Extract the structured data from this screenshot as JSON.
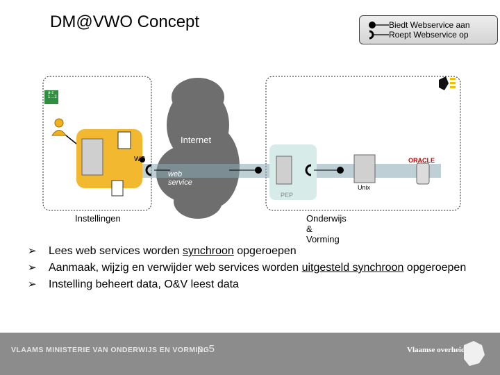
{
  "title": "DM@VWO Concept",
  "legend": {
    "provides": "Biedt Webservice aan",
    "consumes": "Roept Webservice op"
  },
  "diagram": {
    "cloud_label": "Internet",
    "ws_label": "WS",
    "webservice_label": "web service",
    "pep_label": "PEP",
    "unix_label": "Unix",
    "oracle_label": "ORACLE",
    "left_zone_label": "Instellingen",
    "right_zone_label": "Onderwijs & Vorming",
    "left_zone_badge": "a-z\n1→2",
    "colors": {
      "left_panel": "#f2b830",
      "cloud": "#6e6e6e",
      "pep": "#d7ece8"
    }
  },
  "bullets": [
    {
      "before": "Lees web services worden ",
      "underlined": "synchroon",
      "after": " opgeroepen"
    },
    {
      "before": "Aanmaak, wijzig en verwijder web services worden ",
      "underlined": "uitgesteld synchroon",
      "after": " opgeroepen"
    },
    {
      "before": "Instelling beheert data, O&V leest data",
      "underlined": "",
      "after": ""
    }
  ],
  "footer": {
    "ministry": "VLAAMS MINISTERIE VAN ONDERWIJS EN VORMING",
    "page": "p. 5",
    "brand": "Vlaamse overheid"
  }
}
